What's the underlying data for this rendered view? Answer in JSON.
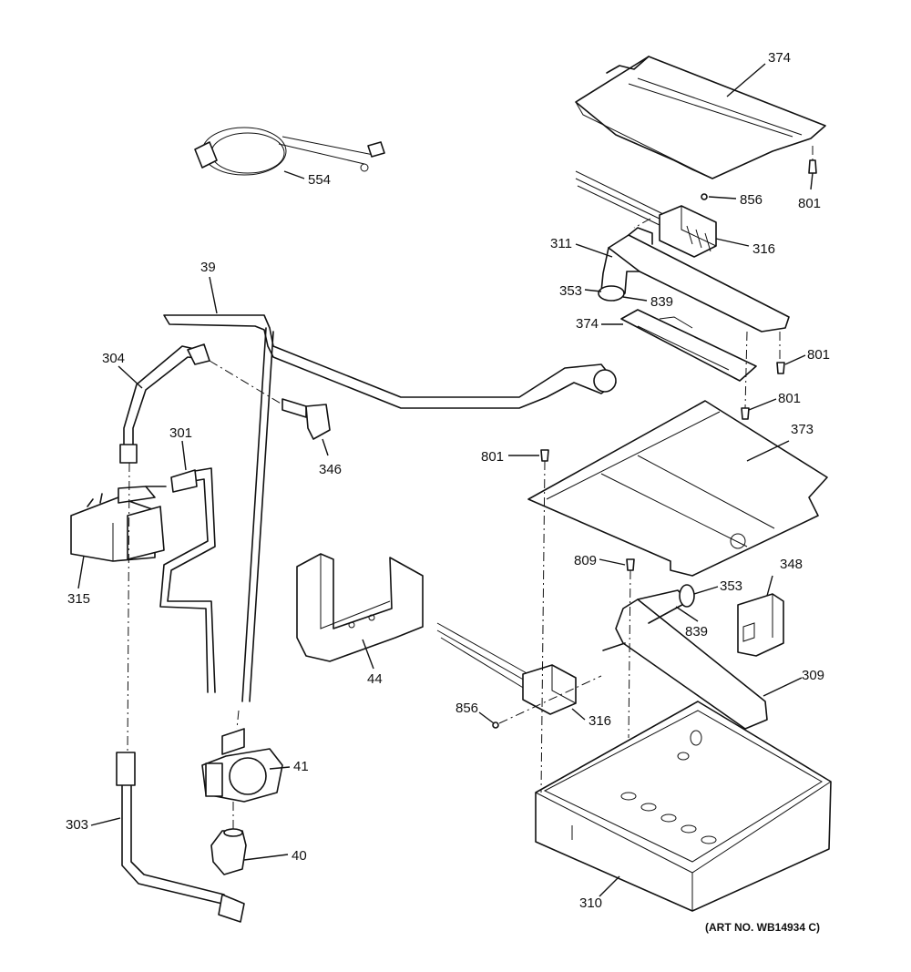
{
  "art_number": "(ART NO. WB14934 C)",
  "labels": [
    {
      "id": "p374a",
      "text": "374"
    },
    {
      "id": "p801a",
      "text": "801"
    },
    {
      "id": "p856a",
      "text": "856"
    },
    {
      "id": "p311",
      "text": "311"
    },
    {
      "id": "p316a",
      "text": "316"
    },
    {
      "id": "p353a",
      "text": "353"
    },
    {
      "id": "p839a",
      "text": "839"
    },
    {
      "id": "p374b",
      "text": "374"
    },
    {
      "id": "p801b",
      "text": "801"
    },
    {
      "id": "p801c",
      "text": "801"
    },
    {
      "id": "p373",
      "text": "373"
    },
    {
      "id": "p801d",
      "text": "801"
    },
    {
      "id": "p554",
      "text": "554"
    },
    {
      "id": "p39",
      "text": "39"
    },
    {
      "id": "p304",
      "text": "304"
    },
    {
      "id": "p301",
      "text": "301"
    },
    {
      "id": "p346",
      "text": "346"
    },
    {
      "id": "p315",
      "text": "315"
    },
    {
      "id": "p44",
      "text": "44"
    },
    {
      "id": "p809",
      "text": "809"
    },
    {
      "id": "p348",
      "text": "348"
    },
    {
      "id": "p353b",
      "text": "353"
    },
    {
      "id": "p839b",
      "text": "839"
    },
    {
      "id": "p309",
      "text": "309"
    },
    {
      "id": "p856b",
      "text": "856"
    },
    {
      "id": "p316b",
      "text": "316"
    },
    {
      "id": "p41",
      "text": "41"
    },
    {
      "id": "p303",
      "text": "303"
    },
    {
      "id": "p40",
      "text": "40"
    },
    {
      "id": "p310",
      "text": "310"
    }
  ]
}
